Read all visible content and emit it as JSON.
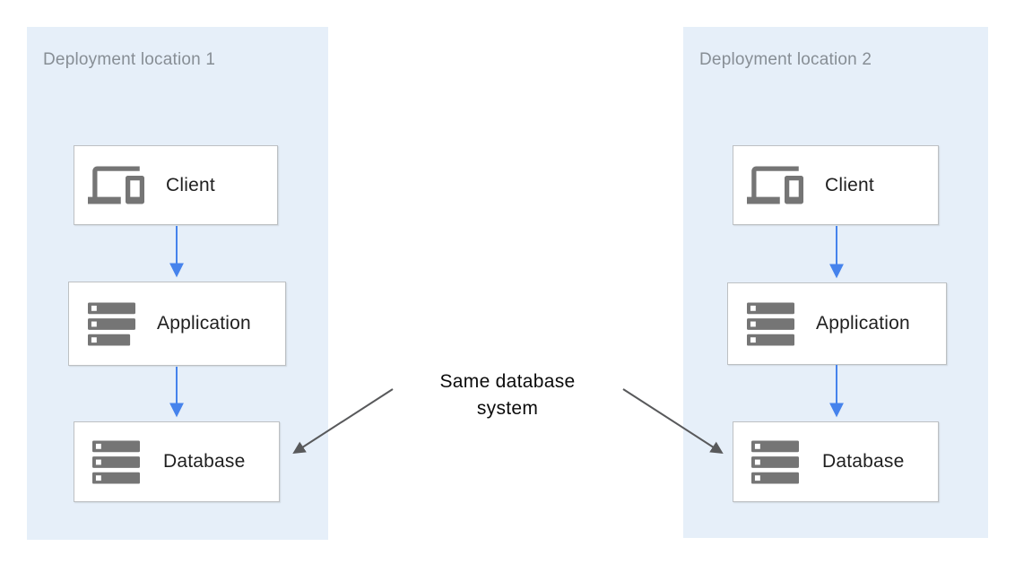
{
  "colors": {
    "canvas_bg": "#ffffff",
    "panel_bg": "#e6eff9",
    "panel_title": "#878e95",
    "node_bg": "#ffffff",
    "node_border": "#bdc0c3",
    "node_label": "#1f1f1f",
    "icon_gray": "#757575",
    "flow_arrow": "#4683ec",
    "annotation_arrow": "#58595b",
    "annotation_text": "#0b0b0b"
  },
  "panels": [
    {
      "title": "Deployment location 1",
      "nodes": [
        {
          "label": "Client",
          "icon": "devices-icon"
        },
        {
          "label": "Application",
          "icon": "server-icon"
        },
        {
          "label": "Database",
          "icon": "server-icon"
        }
      ]
    },
    {
      "title": "Deployment location 2",
      "nodes": [
        {
          "label": "Client",
          "icon": "devices-icon"
        },
        {
          "label": "Application",
          "icon": "server-icon"
        },
        {
          "label": "Database",
          "icon": "server-icon"
        }
      ]
    }
  ],
  "annotation": {
    "text": "Same database system"
  }
}
